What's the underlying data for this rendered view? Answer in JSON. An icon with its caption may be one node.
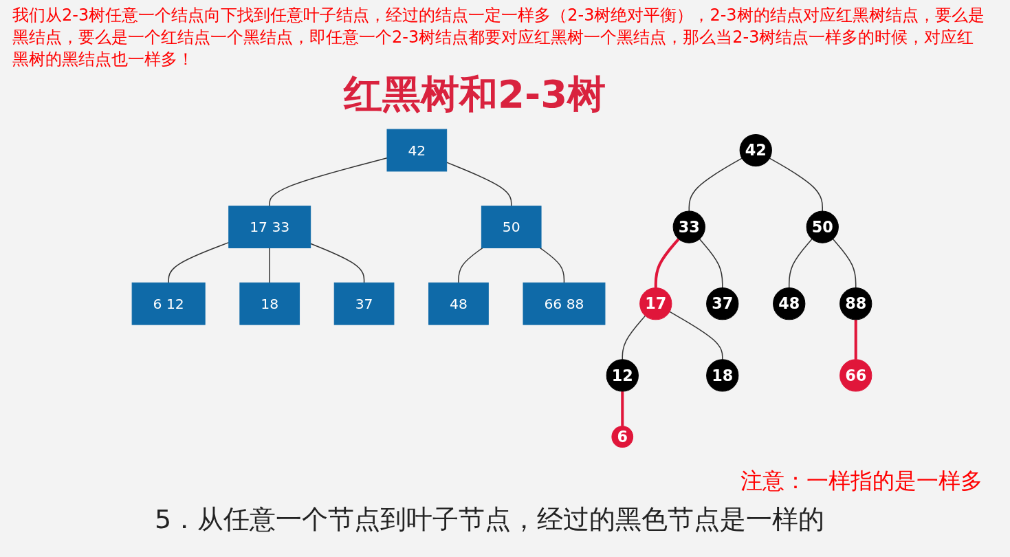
{
  "diagram": {
    "title": "红黑树和2-3树",
    "nodes": [
      {
        "text": [
          "42"
        ]
      },
      {
        "text": [
          "17 33"
        ]
      },
      {
        "text": [
          "50"
        ]
      },
      {
        "text": [
          "6 12"
        ]
      },
      {
        "text": [
          "18"
        ]
      },
      {
        "text": [
          "37"
        ]
      },
      {
        "text": [
          "48"
        ]
      },
      {
        "text": [
          "66 88"
        ]
      },
      {
        "text": [
          "42"
        ]
      },
      {
        "text": [
          "17"
        ]
      },
      {
        "text": [
          "33"
        ]
      },
      {
        "text": [
          "50"
        ]
      },
      {
        "text": [
          "6"
        ]
      },
      {
        "text": [
          "12"
        ]
      },
      {
        "text": [
          "18"
        ]
      },
      {
        "text": [
          "37"
        ]
      },
      {
        "text": [
          "48"
        ]
      },
      {
        "text": [
          "66"
        ]
      },
      {
        "text": [
          "88"
        ]
      }
    ],
    "edges": [
      {
        "from": 0,
        "to": 1,
        "arrow": "none"
      },
      {
        "from": 0,
        "to": 2,
        "arrow": "none"
      },
      {
        "from": 1,
        "to": 3,
        "arrow": "none"
      },
      {
        "from": 1,
        "to": 4,
        "arrow": "none"
      },
      {
        "from": 1,
        "to": 5,
        "arrow": "none"
      },
      {
        "from": 2,
        "to": 6,
        "arrow": "none"
      },
      {
        "from": 2,
        "to": 7,
        "arrow": "none"
      },
      {
        "from": 8,
        "to": 10,
        "arrow": "none"
      },
      {
        "from": 8,
        "to": 11,
        "arrow": "none"
      },
      {
        "from": 10,
        "to": 9,
        "arrow": "none",
        "style": "thick",
        "color": "#e0163a"
      },
      {
        "from": 9,
        "to": 13,
        "arrow": "none"
      },
      {
        "from": 9,
        "to": 14,
        "arrow": "none"
      },
      {
        "from": 10,
        "to": 15,
        "arrow": "none"
      },
      {
        "from": 13,
        "to": 12,
        "arrow": "none",
        "style": "thick",
        "color": "#e0163a"
      },
      {
        "from": 11,
        "to": 16,
        "arrow": "none"
      },
      {
        "from": 11,
        "to": 18,
        "arrow": "none"
      },
      {
        "from": 18,
        "to": 17,
        "arrow": "none",
        "style": "thick",
        "color": "#e0163a"
      }
    ],
    "labels": [
      "我们从2-3树任意一个结点向下找到任意叶子结点，经过的结点一定一样多（2-3树绝对平衡），2-3树的结点对应红黑树结点，要么是黑结点，要么是一个红结点一个黑结点，即任意一个2-3树结点都要对应红黑树一个黑结点，那么当2-3树结点一样多的时候，对应红黑树的黑结点也一样多！",
      "注意：一样指的是一样多",
      "5．从任意一个节点到叶子节点，经过的黑色节点是一样的"
    ]
  }
}
